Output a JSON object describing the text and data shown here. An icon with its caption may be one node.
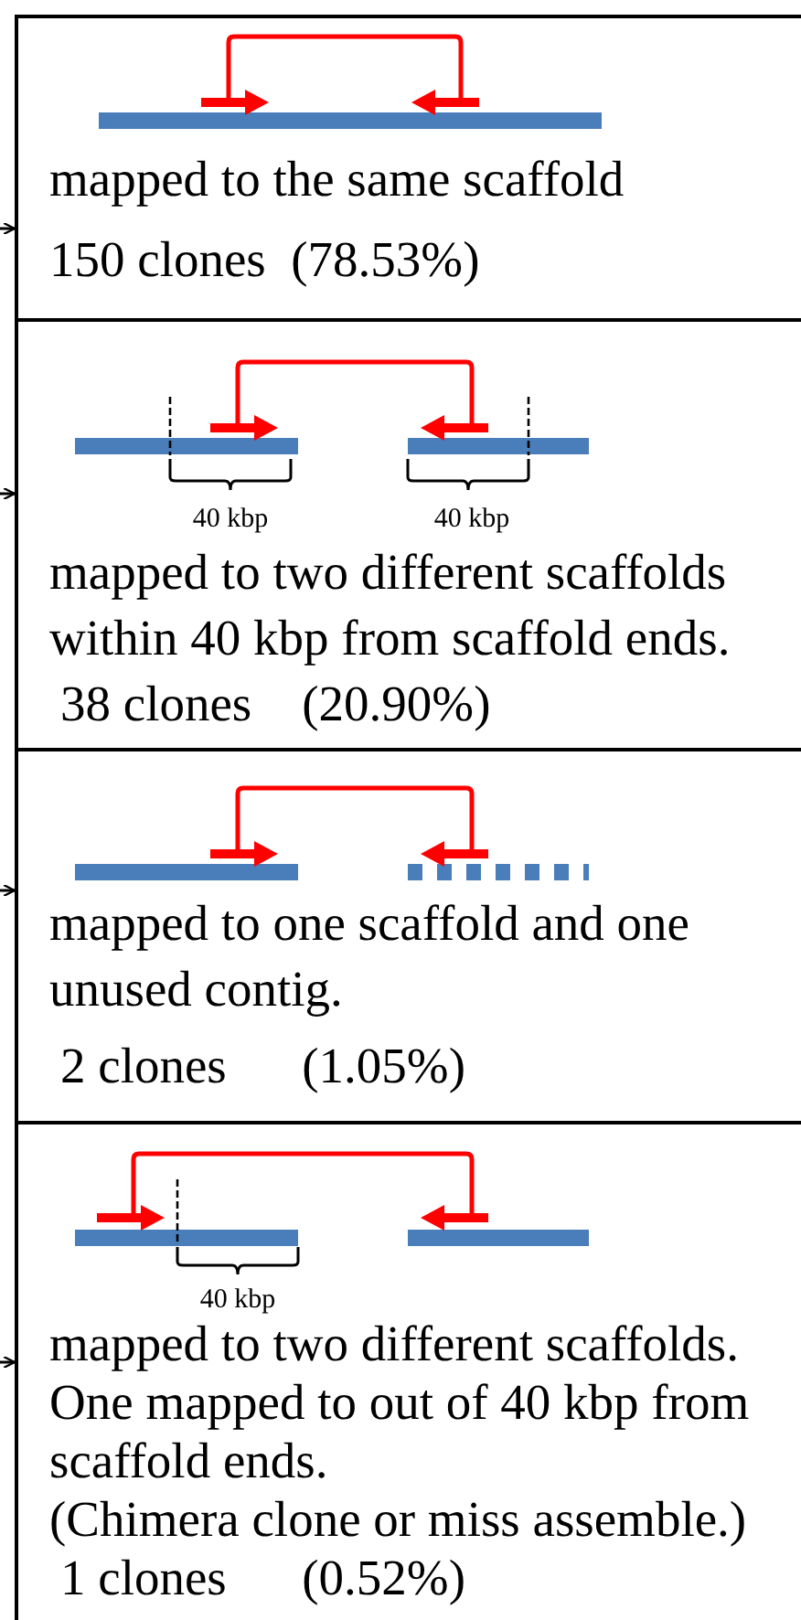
{
  "diagram": {
    "nodes": [
      {
        "text": [
          "mapped to the same scaffold",
          "150 clones  (78.53%)"
        ]
      },
      {
        "text": [
          "mapped to two different scaffolds within 40 kbp from scaffold ends.",
          "38 clones    (20.90%)"
        ]
      },
      {
        "text": [
          "mapped to one scaffold and one unused contig.",
          "2 clones      (1.05%)"
        ]
      },
      {
        "text": [
          "mapped to two different scaffolds. One mapped to out of 40 kbp from scaffold ends.",
          "(Chimera clone or miss assemble.)",
          "1 clones      (0.52%)"
        ]
      }
    ],
    "edges": [
      {
        "from": null,
        "to": 0,
        "arrow": "to"
      },
      {
        "from": null,
        "to": 1,
        "arrow": "to"
      },
      {
        "from": null,
        "to": 2,
        "arrow": "to"
      },
      {
        "from": null,
        "to": 3,
        "arrow": "to"
      }
    ],
    "labels": [
      "40 kbp",
      "40 kbp",
      "40 kbp"
    ]
  }
}
